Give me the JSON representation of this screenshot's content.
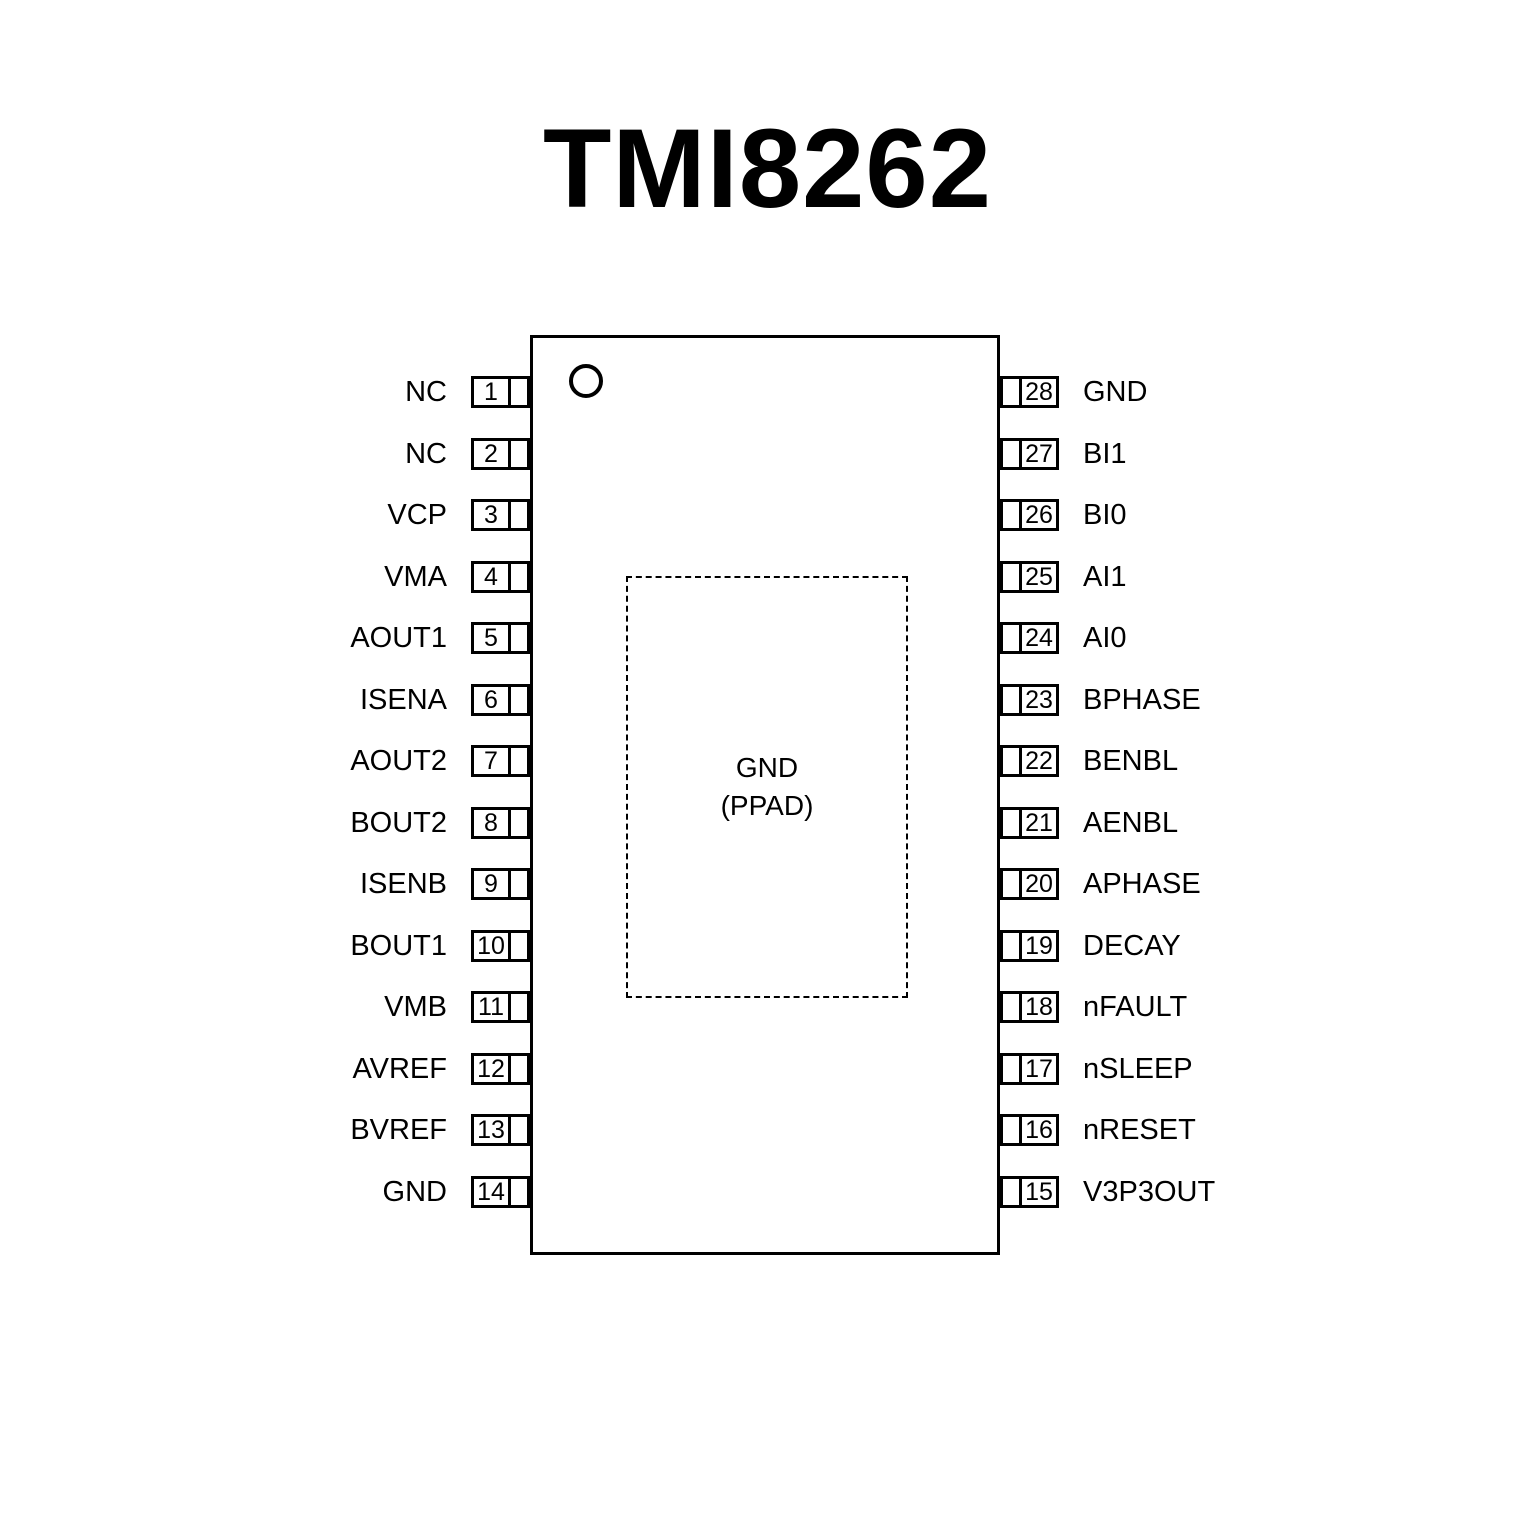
{
  "title": "TMI8262",
  "colors": {
    "line": "#000000",
    "background": "#ffffff"
  },
  "chip": {
    "ppad_line1": "GND",
    "ppad_line2": "(PPAD)"
  },
  "pins": {
    "left": [
      {
        "num": "1",
        "label": "NC"
      },
      {
        "num": "2",
        "label": "NC"
      },
      {
        "num": "3",
        "label": "VCP"
      },
      {
        "num": "4",
        "label": "VMA"
      },
      {
        "num": "5",
        "label": "AOUT1"
      },
      {
        "num": "6",
        "label": "ISENA"
      },
      {
        "num": "7",
        "label": "AOUT2"
      },
      {
        "num": "8",
        "label": "BOUT2"
      },
      {
        "num": "9",
        "label": "ISENB"
      },
      {
        "num": "10",
        "label": "BOUT1"
      },
      {
        "num": "11",
        "label": "VMB"
      },
      {
        "num": "12",
        "label": "AVREF"
      },
      {
        "num": "13",
        "label": "BVREF"
      },
      {
        "num": "14",
        "label": "GND"
      }
    ],
    "right": [
      {
        "num": "28",
        "label": "GND"
      },
      {
        "num": "27",
        "label": "BI1"
      },
      {
        "num": "26",
        "label": "BI0"
      },
      {
        "num": "25",
        "label": "AI1"
      },
      {
        "num": "24",
        "label": "AI0"
      },
      {
        "num": "23",
        "label": "BPHASE"
      },
      {
        "num": "22",
        "label": "BENBL"
      },
      {
        "num": "21",
        "label": "AENBL"
      },
      {
        "num": "20",
        "label": "APHASE"
      },
      {
        "num": "19",
        "label": "DECAY"
      },
      {
        "num": "18",
        "label": "nFAULT"
      },
      {
        "num": "17",
        "label": "nSLEEP"
      },
      {
        "num": "16",
        "label": "nRESET"
      },
      {
        "num": "15",
        "label": "V3P3OUT"
      }
    ]
  }
}
